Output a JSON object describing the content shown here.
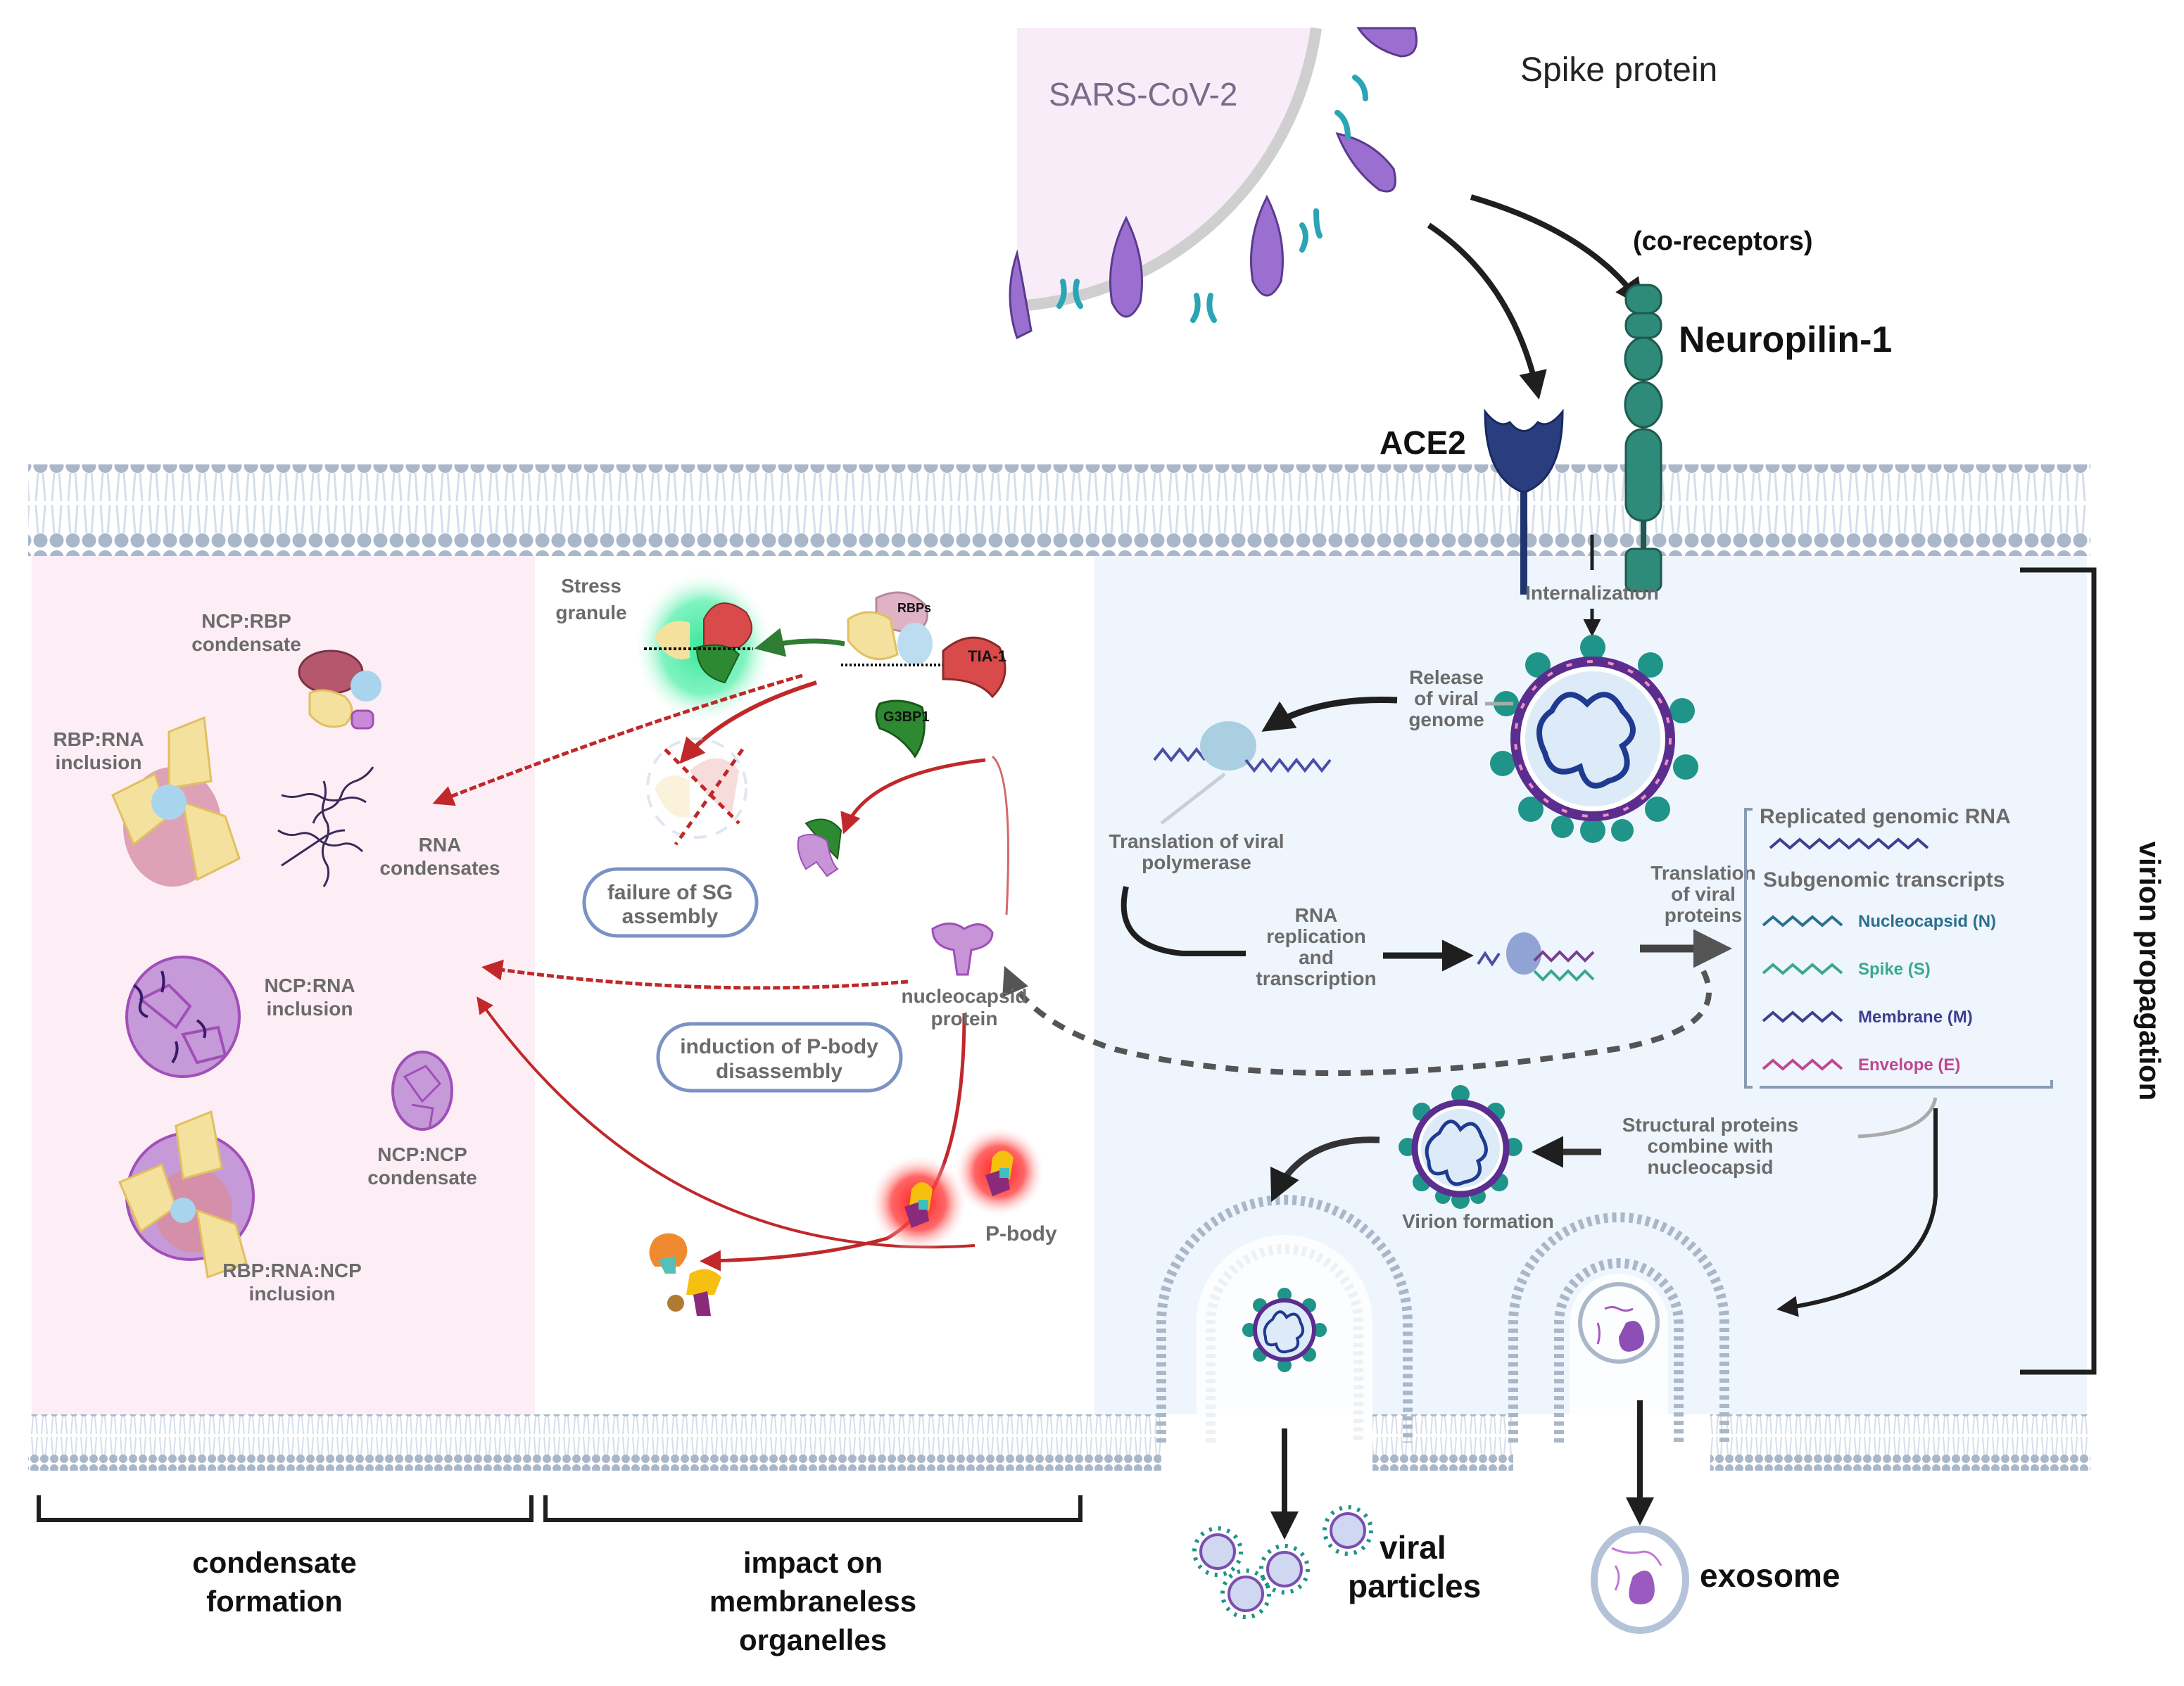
{
  "figure": {
    "virus": {
      "name": "SARS-CoV-2",
      "spike_label": "Spike protein",
      "coreceptor_label": "(co-receptors)",
      "neuropilin_label": "Neuropilin-1",
      "ace2_label": "ACE2"
    },
    "condensate_panel": {
      "labels": {
        "ncp_rbp": [
          "NCP:RBP",
          "condensate"
        ],
        "rbp_rna": [
          "RBP:RNA",
          "inclusion"
        ],
        "rna_cond": [
          "RNA",
          "condensates"
        ],
        "ncp_rna": [
          "NCP:RNA",
          "inclusion"
        ],
        "ncp_ncp": [
          "NCP:NCP",
          "condensate"
        ],
        "rbp_rna_ncp": [
          "RBP:RNA:NCP",
          "inclusion"
        ]
      },
      "section_label": [
        "condensate",
        "formation"
      ]
    },
    "organelle_panel": {
      "stress_granule": [
        "Stress",
        "granule"
      ],
      "rbps": "RBPs",
      "tia1": "TIA-1",
      "g3bp1": "G3BP1",
      "failure_box": [
        "failure of SG",
        "assembly"
      ],
      "nucleocapsid": [
        "nucleocapsid",
        "protein"
      ],
      "induction_box": [
        "induction of P-body",
        "disassembly"
      ],
      "pbody": "P-body",
      "section_label": [
        "impact on",
        "membraneless",
        "organelles"
      ]
    },
    "propagation_panel": {
      "internalization": "Internalization",
      "release": [
        "Release",
        "of viral",
        "genome"
      ],
      "translation_polymerase": [
        "Translation of viral",
        "polymerase"
      ],
      "rna_replication": [
        "RNA",
        "replication",
        "and",
        "transcription"
      ],
      "translation_proteins": [
        "Translation",
        "of viral",
        "proteins"
      ],
      "replicated_rna": "Replicated genomic RNA",
      "subgenomic": "Subgenomic transcripts",
      "transcripts": [
        {
          "label": "Nucleocapsid (N)",
          "color": "#2a6f8f"
        },
        {
          "label": "Spike (S)",
          "color": "#3aa88e"
        },
        {
          "label": "Membrane (M)",
          "color": "#3d3f8f"
        },
        {
          "label": "Envelope (E)",
          "color": "#c0478f"
        }
      ],
      "structural": [
        "Structural proteins",
        "combine with",
        "nucleocapsid"
      ],
      "virion_formation": "Virion formation",
      "viral_particles": [
        "viral",
        "particles"
      ],
      "exosome": "exosome",
      "section_label": "virion propagation"
    },
    "colors": {
      "condensate_bg": "#fdeef5",
      "propagation_bg": "#eef5fd",
      "membrane": "#a9b7c9",
      "spike": "#9b6fcf",
      "neuropilin": "#2e8b7a",
      "ace2": "#2a3d7f",
      "red_arrow": "#c0282a",
      "stress_glow": "#37e69a",
      "pbody_glow": "#ff2a2a"
    }
  }
}
